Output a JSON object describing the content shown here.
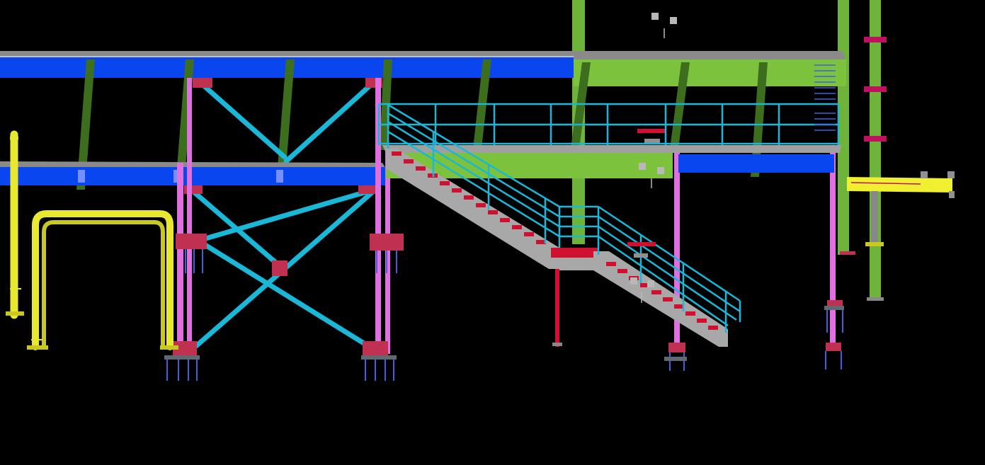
{
  "viewport": {
    "background": "#000000"
  },
  "colors": {
    "beam_blue": "#0a46f0",
    "beam_green": "#7cc23c",
    "column_green": "#6fb43a",
    "brace_dark_green": "#3c6e1e",
    "column_magenta": "#e070e0",
    "brace_cyan": "#1ab8d8",
    "handrail_cyan": "#1ab8d8",
    "pipe_yellow": "#e8e830",
    "grating_grey": "#a0a0a0",
    "tread_red": "#d01030",
    "base_plate_red": "#c03050",
    "anchor_blue": "#4060e0"
  },
  "elements": {
    "upper_beam": "upper-beam",
    "lower_beam": "lower-beam",
    "stair": "stair",
    "platform": "platform",
    "pipes": "pipes"
  }
}
